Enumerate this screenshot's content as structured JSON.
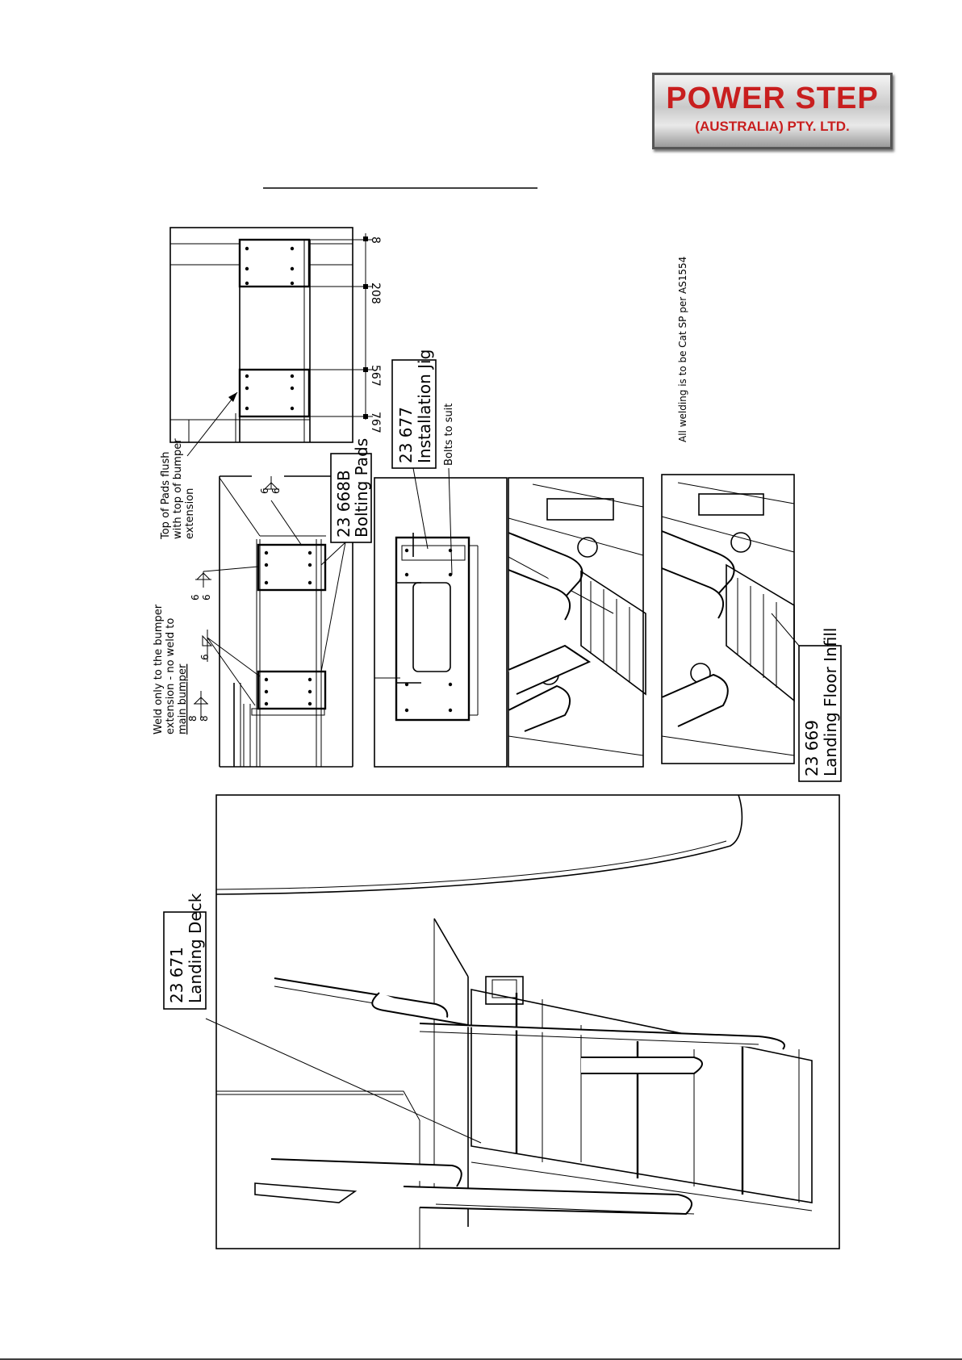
{
  "logo": {
    "line1": "POWER STEP",
    "line2": "(AUSTRALIA) PTY. LTD."
  },
  "weld_note": "All welding is to be Cat SP per AS1554",
  "dimensions": [
    "8",
    "208",
    "567",
    "767"
  ],
  "callouts": {
    "pads_flush": [
      "Top of Pads flush",
      "with top of bumper",
      "extension"
    ],
    "weld_only": [
      "Weld only to the bumper",
      "extension - no weld to",
      "main bumper"
    ],
    "weld_symbols": [
      "6",
      "6",
      "6",
      "6",
      "6",
      "8",
      "8"
    ]
  },
  "parts": {
    "bolting_pads": {
      "number": "23 668B",
      "name": "Bolting Pads"
    },
    "installation_jig": {
      "number": "23 677",
      "name": "Installation Jig"
    },
    "bolts": "Bolts to suit",
    "landing_floor_infill": {
      "number": "23 669",
      "name": "Landing Floor Infill"
    },
    "landing_deck": {
      "number": "23 671",
      "name": "Landing Deck"
    }
  }
}
